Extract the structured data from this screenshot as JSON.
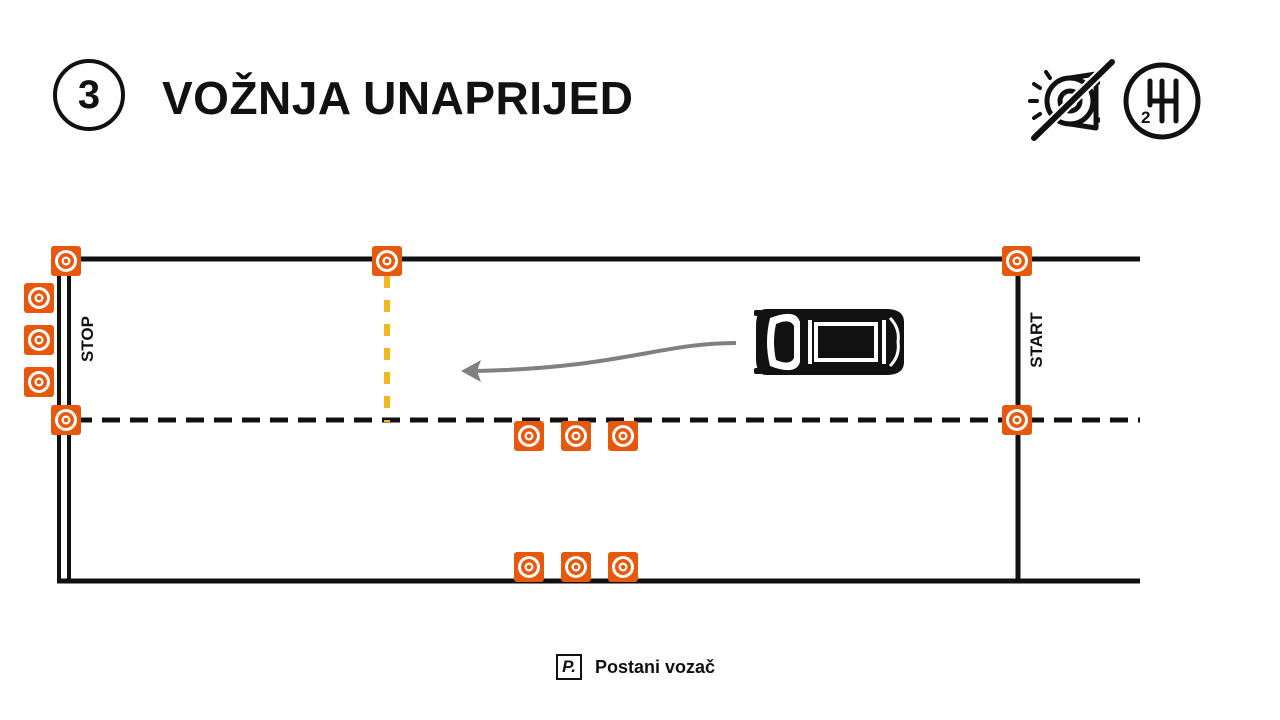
{
  "header": {
    "step_number": "3",
    "title": "VOŽNJA UNAPRIJED"
  },
  "header_icons": [
    {
      "name": "no-parking-brake-icon",
      "description_key": "parking-brake-crossed"
    },
    {
      "name": "gear-2-icon",
      "gear_label": "2"
    }
  ],
  "diagram": {
    "stop_label": "STOP",
    "start_label": "START",
    "colors": {
      "line": "#111111",
      "cone_fill": "#e8580c",
      "cone_ring": "#ffffff",
      "yellow_marker": "#f5b51f",
      "arrow": "#808080",
      "car": "#111111"
    }
  },
  "footer": {
    "logo_letter": "P.",
    "brand": "Postani vozač"
  }
}
